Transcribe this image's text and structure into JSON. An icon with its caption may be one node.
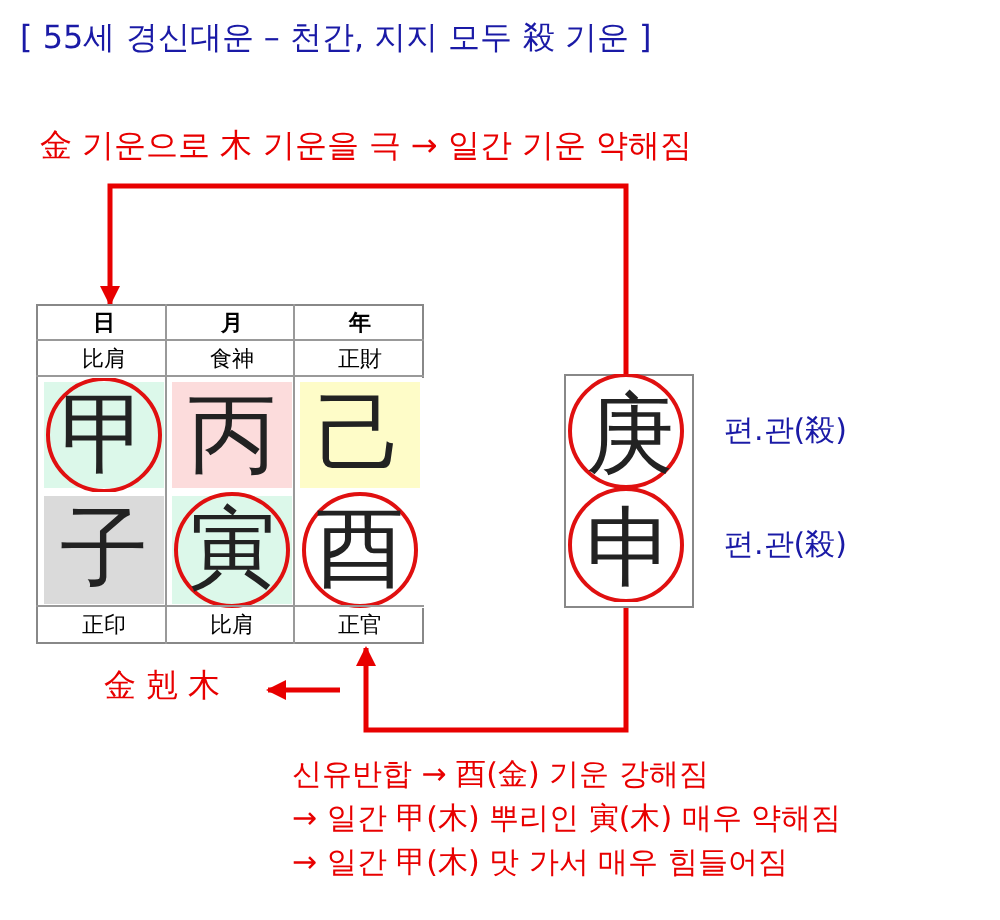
{
  "diagram": {
    "title": "[ 55세 경신대운 – 천간, 지지 모두 殺 기운 ]",
    "nodes": [
      {
        "text": [],
        "shape": "box"
      },
      {
        "text": [
          "甲"
        ],
        "in": 0
      },
      {
        "text": [
          "丙"
        ],
        "in": 0
      },
      {
        "text": [
          "己"
        ],
        "in": 0
      },
      {
        "text": [
          "子"
        ],
        "in": 0
      },
      {
        "text": [
          "寅"
        ],
        "in": 0
      },
      {
        "text": [
          "酉"
        ],
        "in": 0
      },
      {
        "text": [],
        "shape": "box"
      },
      {
        "text": [
          "庚"
        ],
        "in": 7,
        "beside": [
          "편.관(殺)"
        ]
      },
      {
        "text": [
          "申"
        ],
        "in": 7,
        "beside": [
          "편.관(殺)"
        ]
      },
      {
        "text": [
          "金 剋 木"
        ]
      }
    ],
    "edges": [
      {
        "from": 7,
        "to": 0,
        "arrow": "to"
      },
      {
        "from": 7,
        "to": 0,
        "arrow": "to"
      },
      {
        "from": null,
        "to": 10,
        "arrow": "to"
      }
    ],
    "labels": [
      "金 기운으로 木 기운을 극 → 일간 기운 약해짐",
      "日",
      "月",
      "年",
      "比肩",
      "食神",
      "正財",
      "正印",
      "比肩",
      "正官",
      "신유반합 → 酉(金) 기운 강해짐",
      "→ 일간 甲(木) 뿌리인 寅(木) 매우 약해짐",
      "→ 일간 甲(木) 맛 가서 매우 힘들어짐"
    ]
  }
}
